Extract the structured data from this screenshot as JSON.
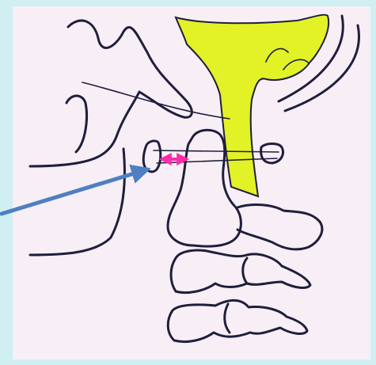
{
  "diagram": {
    "colors": {
      "frame": "#cfeff3",
      "paper": "#f8eef6",
      "ink": "#1f1f3c",
      "cord": "#e2f227",
      "measurement": "#ff2aa8",
      "pointer": "#4f7fc2"
    },
    "elements": [
      "occipital-bone-outline",
      "foramen-magnum-line",
      "spinal-cord",
      "atlas-anterior-arch",
      "atlas-posterior-arch",
      "odontoid-dens-c2",
      "c3-vertebra",
      "c4-vertebra",
      "atlantodental-interval-marker",
      "pointer-arrow"
    ]
  }
}
